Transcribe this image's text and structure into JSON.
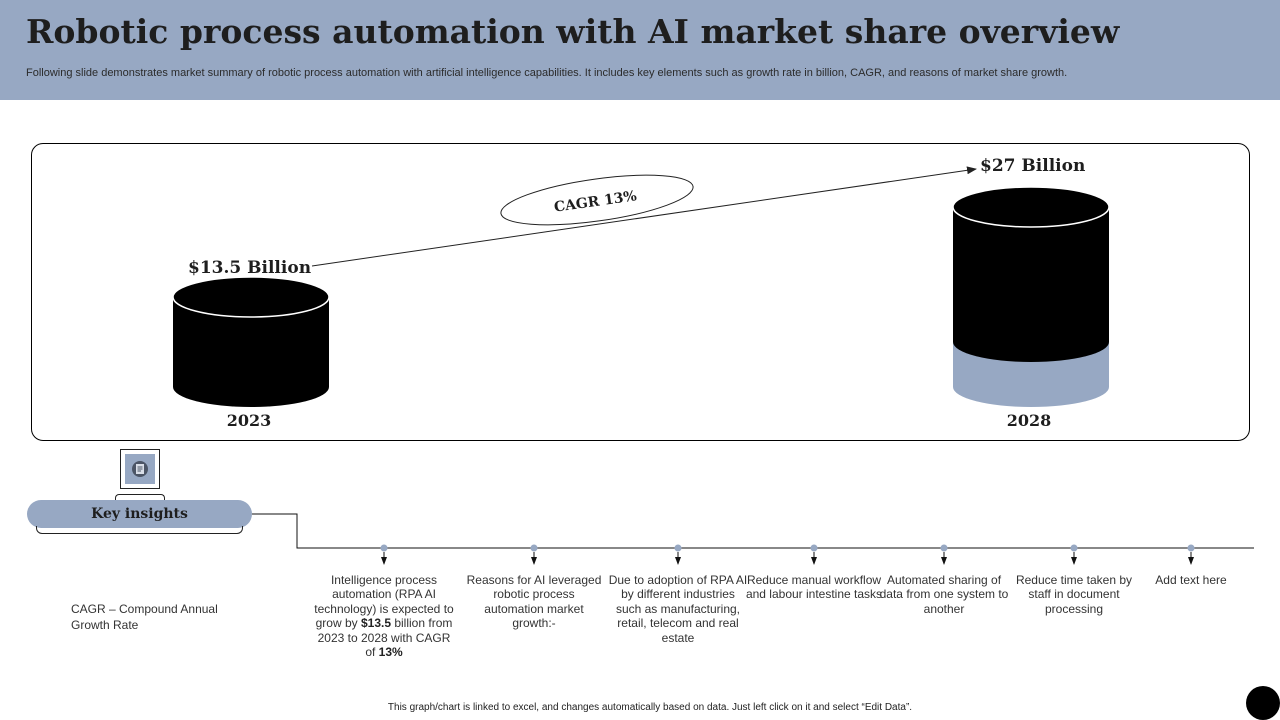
{
  "header": {
    "title": "Robotic process automation with AI market share overview",
    "subtitle": "Following slide demonstrates market summary of robotic process automation with artificial intelligence capabilities. It includes key elements such as growth rate in billion, CAGR,  and reasons of market share growth."
  },
  "colors": {
    "header_bg": "#97a8c3",
    "accent": "#97a8c3",
    "dark": "#000000"
  },
  "chart_data": {
    "type": "bar",
    "style": "cylinder",
    "categories": [
      "2023",
      "2028"
    ],
    "values": [
      13.5,
      27
    ],
    "value_labels": [
      "$13.5 Billion",
      "$27 Billion"
    ],
    "annotation": "CAGR 13%",
    "ylim": [
      0,
      27
    ]
  },
  "key_insights": {
    "label": "Key insights",
    "icon": "document-icon",
    "cagr_note": "CAGR – Compound Annual Growth Rate",
    "items": [
      {
        "parts": [
          {
            "t": "Intelligence process automation (RPA AI technology) is expected to grow by ",
            "b": false
          },
          {
            "t": "$13.5 ",
            "b": true
          },
          {
            "t": "billion from 2023 to 2028 with CAGR of ",
            "b": false
          },
          {
            "t": "13%",
            "b": true
          }
        ]
      },
      {
        "parts": [
          {
            "t": "Reasons for AI leveraged robotic process automation market growth:-",
            "b": false
          }
        ]
      },
      {
        "parts": [
          {
            "t": "Due to adoption of RPA AI by different industries such as manufacturing, retail, telecom and real estate",
            "b": false
          }
        ]
      },
      {
        "parts": [
          {
            "t": "Reduce manual workflow and labour intestine tasks",
            "b": false
          }
        ]
      },
      {
        "parts": [
          {
            "t": "Automated sharing of data from one system to another",
            "b": false
          }
        ]
      },
      {
        "parts": [
          {
            "t": "Reduce time taken by staff in document processing",
            "b": false
          }
        ]
      },
      {
        "parts": [
          {
            "t": "Add text here",
            "b": false
          }
        ]
      }
    ]
  },
  "footer": {
    "note": "This graph/chart is linked to excel, and changes automatically based on data. Just left click on it and select “Edit Data”."
  }
}
